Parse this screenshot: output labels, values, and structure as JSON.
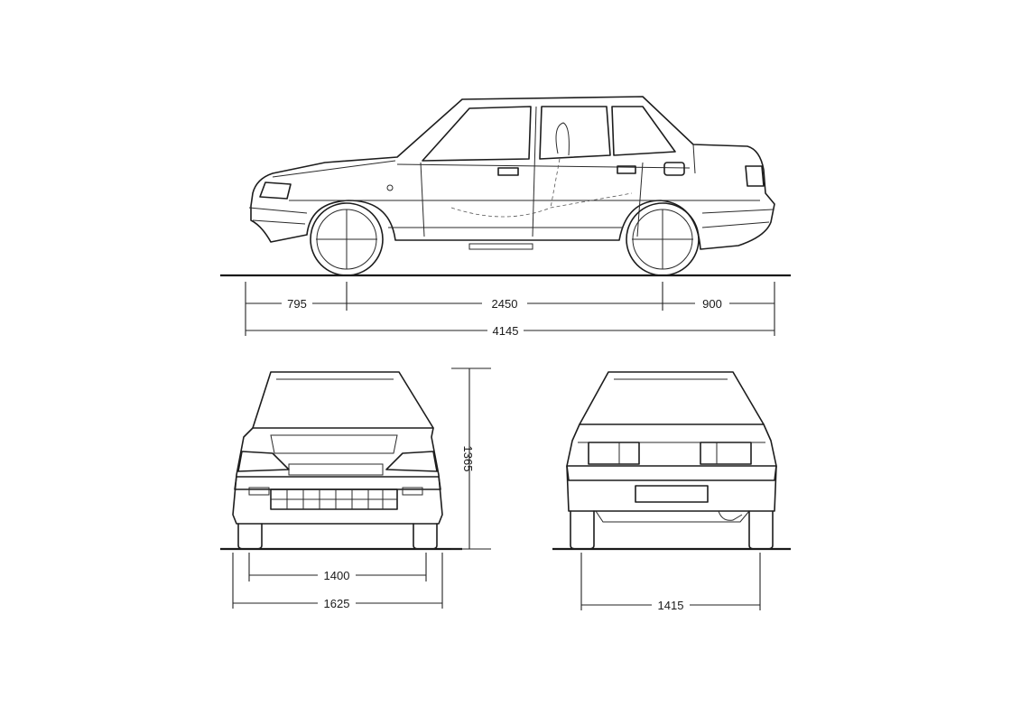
{
  "dimensions": {
    "front_overhang": "795",
    "wheelbase": "2450",
    "rear_overhang": "900",
    "overall_length": "4145",
    "height": "1365",
    "front_track": "1400",
    "overall_width": "1625",
    "rear_track": "1415"
  }
}
